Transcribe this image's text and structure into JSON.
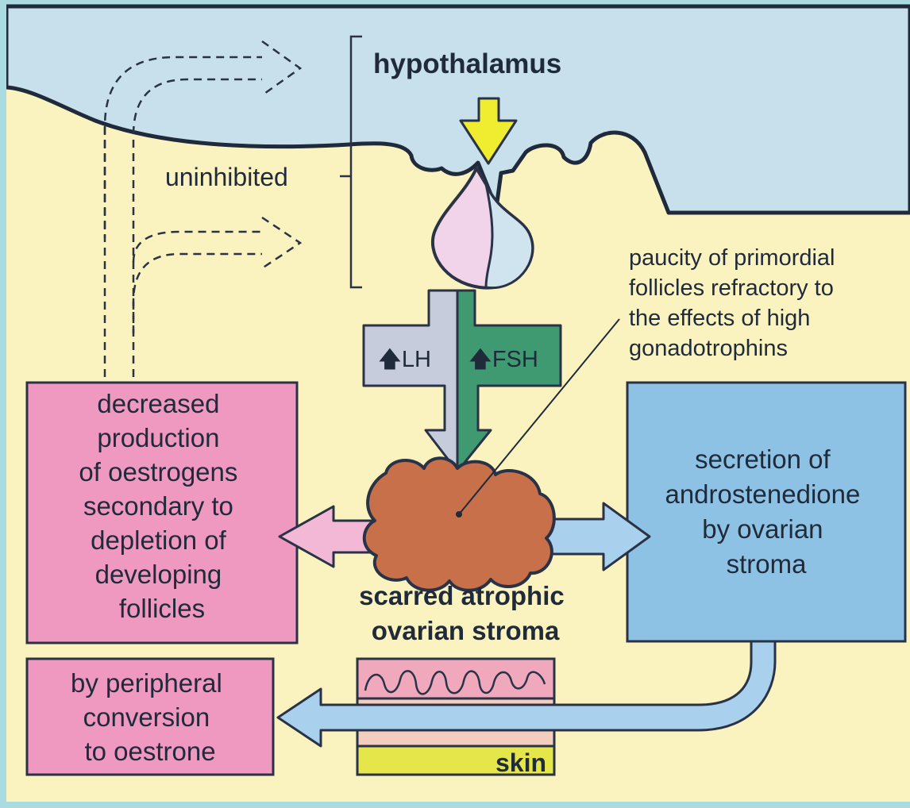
{
  "hypothalamus_label": "hypothalamus",
  "uninhibited_label": "uninhibited",
  "annotation": [
    "paucity of primordial",
    "follicles refractory to",
    "the effects of high",
    "gonadotrophins"
  ],
  "lh_label": "LH",
  "fsh_label": "FSH",
  "left_box": [
    "decreased",
    "production",
    "of oestrogens",
    "secondary to",
    "depletion of",
    "developing",
    "follicles"
  ],
  "right_box": [
    "secretion of",
    "androstenedione",
    "by ovarian",
    "stroma"
  ],
  "ovary_label": [
    "scarred atrophic",
    "ovarian stroma"
  ],
  "bottom_box": [
    "by peripheral",
    "conversion",
    "to oestrone"
  ],
  "skin_label": "skin",
  "colors": {
    "background": "#fbf3bf",
    "brain": "#c8e0ec",
    "pink_box": "#ef98c0",
    "blue_box": "#8ec2e4",
    "fsh_green": "#3f9a72",
    "lh_grey": "#c6ccdc",
    "ovary": "#c8704a",
    "yellow_arrow": "#f0ec30",
    "skin_yellow": "#e5e64a"
  }
}
